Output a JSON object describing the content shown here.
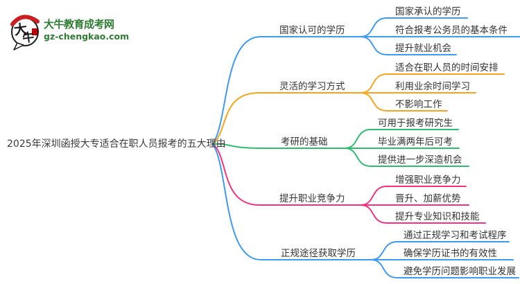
{
  "logo": {
    "title": "大牛教育成考网",
    "domain": "gz-chengkao.com",
    "mark": {
      "char1": "大",
      "char2": "牛"
    }
  },
  "mindmap": {
    "root": "2025年深圳函授大专适合在职人员报考的五大理由",
    "text_color": "#333333",
    "branches": [
      {
        "label": "国家认可的学历",
        "color": "#3d9af2",
        "children": [
          "国家承认的学历",
          "符合报考公务员的基本条件",
          "提升就业机会"
        ]
      },
      {
        "label": "灵活的学习方式",
        "color": "#f7a41d",
        "children": [
          "适合在职人员的时间安排",
          "利用业余时间学习",
          "不影响工作"
        ]
      },
      {
        "label": "考研的基础",
        "color": "#2ebd6e",
        "children": [
          "可用于报考研究生",
          "毕业满两年后可考",
          "提供进一步深造机会"
        ]
      },
      {
        "label": "提升职业竞争力",
        "color": "#f5317f",
        "children": [
          "增强职业竞争力",
          "晋升、加薪优势",
          "提升专业知识和技能"
        ]
      },
      {
        "label": "正规途径获取学历",
        "color": "#3d9af2",
        "children": [
          "通过正规学习和考试程序",
          "确保学历证书的有效性",
          "避免学历问题影响职业发展"
        ]
      }
    ]
  }
}
